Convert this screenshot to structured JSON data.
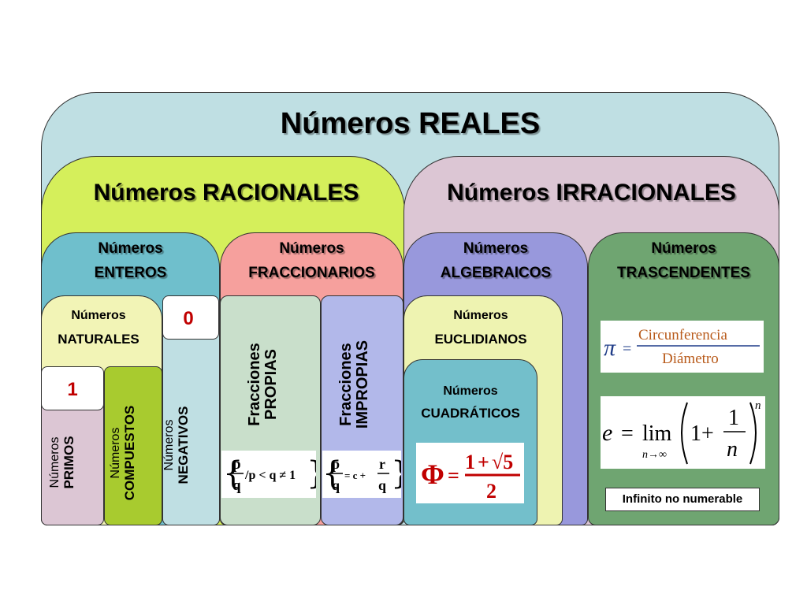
{
  "title": "Números REALES",
  "racionales": {
    "title": "Números RACIONALES"
  },
  "irracionales": {
    "title": "Números IRRACIONALES"
  },
  "enteros": {
    "line1": "Números",
    "line2": "ENTEROS"
  },
  "fraccionarios": {
    "line1": "Números",
    "line2": "FRACCIONARIOS"
  },
  "algebraicos": {
    "line1": "Números",
    "line2": "ALGEBRAICOS"
  },
  "trascendentes": {
    "line1": "Números",
    "line2": "TRASCENDENTES"
  },
  "naturales": {
    "line1": "Números",
    "line2": "NATURALES"
  },
  "cero": {
    "value": "0"
  },
  "uno": {
    "value": "1"
  },
  "negativos": {
    "line1": "Números",
    "line2": "NEGATIVOS"
  },
  "primos": {
    "line1": "Números",
    "line2": "PRIMOS"
  },
  "compuestos": {
    "line1": "Números",
    "line2": "COMPUESTOS"
  },
  "propias": {
    "line1": "Fracciones",
    "line2": "PROPIAS"
  },
  "impropias": {
    "line1": "Fracciones",
    "line2": "IMPROPIAS"
  },
  "euclidianos": {
    "line1": "Números",
    "line2": "EUCLIDIANOS"
  },
  "cuadraticos": {
    "line1": "Números",
    "line2": "CUADRÁTICOS"
  },
  "formulas": {
    "pi_symbol": "π",
    "pi_equals": "=",
    "pi_numerator": "Circunferencia",
    "pi_denominator": "Diámetro",
    "e_symbol": "e",
    "e_equals": "=",
    "e_lim": "lim",
    "e_lim_sub": "n→∞",
    "e_one": "1+",
    "e_num": "1",
    "e_den": "n",
    "e_exp": "n",
    "phi_symbol": "Φ",
    "phi_equals": "=",
    "phi_num_one": "1",
    "phi_num_plus": "+",
    "phi_sqrt": "√5",
    "phi_den": "2",
    "propias_p": "p",
    "propias_q": "q",
    "propias_cond": "/p < q ≠ 1",
    "impropias_p": "p",
    "impropias_q": "q",
    "impropias_mid": "= c +",
    "impropias_r": "r",
    "impropias_q2": "q"
  },
  "infinito": "Infinito no numerable",
  "colors": {
    "reales": "#bfdfe3",
    "racionales": "#d5ef5b",
    "irracionales": "#dcc6d4",
    "enteros": "#6fbfcc",
    "fraccionarios": "#f6a09d",
    "algebraicos": "#9898dc",
    "trascendentes": "#6fa571",
    "naturales": "#f2f4b6",
    "primos": "#dcc6d4",
    "compuestos": "#a8cb2f",
    "negativos": "#bfdfe3",
    "propias": "#c9dfcb",
    "impropias": "#b2b8ea",
    "euclidianos": "#eef3b1",
    "cuadraticos": "#73bfcb"
  }
}
